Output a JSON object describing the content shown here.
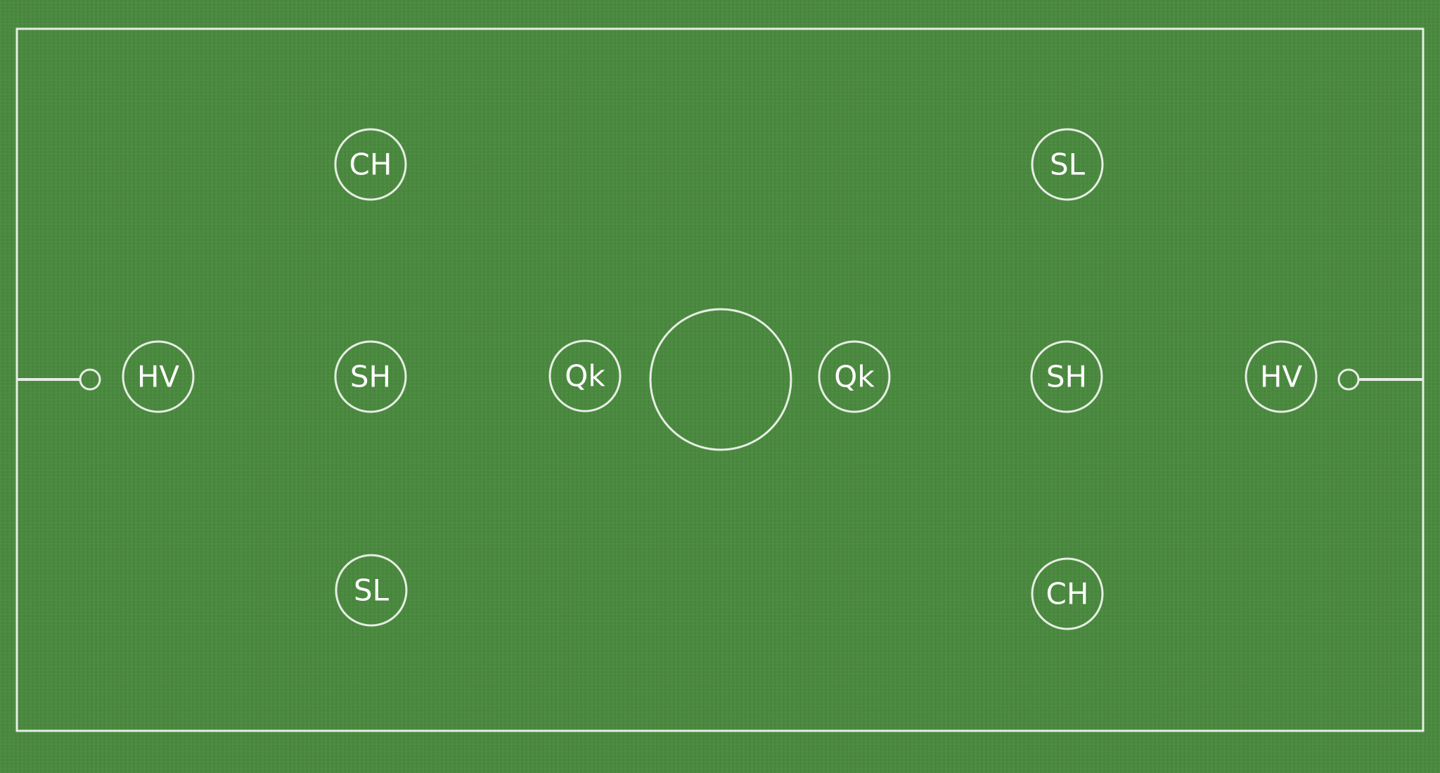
{
  "pitch": {
    "grass_color": "#4a8a3e",
    "line_color": "#e6eee4"
  },
  "players": [
    {
      "id": "left-ch",
      "label": "CH"
    },
    {
      "id": "left-hv",
      "label": "HV"
    },
    {
      "id": "left-sh",
      "label": "SH"
    },
    {
      "id": "left-sl",
      "label": "SL"
    },
    {
      "id": "left-qk",
      "label": "Qk"
    },
    {
      "id": "right-qk",
      "label": "Qk"
    },
    {
      "id": "right-sl",
      "label": "SL"
    },
    {
      "id": "right-sh",
      "label": "SH"
    },
    {
      "id": "right-hv",
      "label": "HV"
    },
    {
      "id": "right-ch",
      "label": "CH"
    }
  ]
}
